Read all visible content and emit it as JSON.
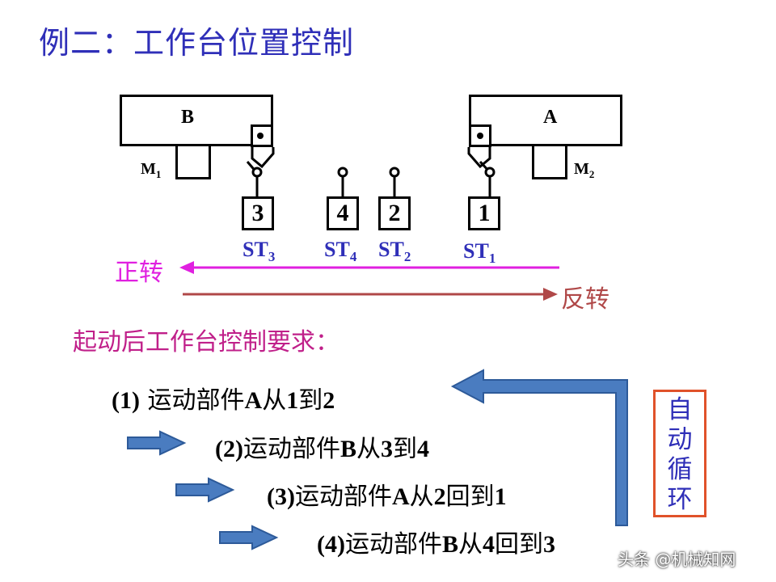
{
  "title": "例二：工作台位置控制",
  "parts": {
    "B": "B",
    "A": "A",
    "M1": "M",
    "M1_sub": "1",
    "M2": "M",
    "M2_sub": "2"
  },
  "switches": [
    {
      "num": "3",
      "st": "ST",
      "sub": "3"
    },
    {
      "num": "4",
      "st": "ST",
      "sub": "4"
    },
    {
      "num": "2",
      "st": "ST",
      "sub": "2"
    },
    {
      "num": "1",
      "st": "ST",
      "sub": "1"
    }
  ],
  "directions": {
    "forward": "正转",
    "reverse": "反转"
  },
  "requirements_heading": "起动后工作台控制要求：",
  "steps": [
    {
      "num": "(1)",
      "pre": " 运动部件",
      "part": "A",
      "mid": "从",
      "from": "1",
      "mid2": "到",
      "to": "2"
    },
    {
      "num": "(2)",
      "pre": "运动部件",
      "part": "B",
      "mid": "从",
      "from": "3",
      "mid2": "到",
      "to": "4"
    },
    {
      "num": "(3)",
      "pre": "运动部件",
      "part": "A",
      "mid": "从",
      "from": "2",
      "mid2": "回到",
      "to": "1"
    },
    {
      "num": "(4)",
      "pre": "运动部件",
      "part": "B",
      "mid": "从",
      "from": "4",
      "mid2": "回到",
      "to": "3"
    }
  ],
  "auto_cycle": [
    "自",
    "动",
    "循",
    "环"
  ],
  "watermark": "头条 @机械知网",
  "colors": {
    "title": "#2f2fb8",
    "forward_arrow": "#e020e0",
    "reverse_arrow": "#b04848",
    "requirement_text": "#c0208a",
    "flow_arrow": "#4a7cc0",
    "loop_border": "#e0522a"
  }
}
